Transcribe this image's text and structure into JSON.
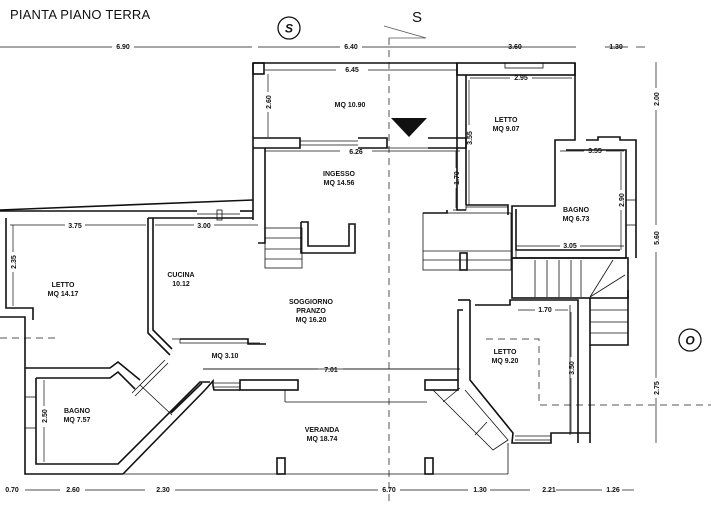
{
  "title": "PIANTA PIANO TERRA",
  "markers": {
    "section_circle": "S",
    "section_line": "S",
    "orientation_circle": "O"
  },
  "dimensions": {
    "top": [
      "6.90",
      "6.40",
      "3.60",
      "1.30"
    ],
    "bottom": [
      "0.70",
      "2.60",
      "2.30",
      "6.70",
      "1.30",
      "2.21",
      "1.26"
    ],
    "right": [
      "2.00",
      "5.60",
      "2.75"
    ],
    "interior": {
      "portico_width": "6.45",
      "portico_depth": "2.60",
      "ingresso_width": "6.26",
      "ingresso_depth": "1.70",
      "letto_ne_width": "2.95",
      "letto_ne_depth": "3.55",
      "bagno_e_top": "3.55",
      "bagno_e_depth": "2.90",
      "bagno_e_bottom": "3.05",
      "letto_w_width": "3.75",
      "letto_w_depth": "2.35",
      "cucina_width": "3.00",
      "soggiorno_width": "7.01",
      "letto_se_width": "1.70",
      "letto_se_depth": "3.50",
      "bagno_w_depth": "2.50"
    }
  },
  "rooms": {
    "portico": {
      "area": "MQ 10.90"
    },
    "ingresso": {
      "name": "INGESSO",
      "area": "MQ 14.56"
    },
    "letto_ne": {
      "name": "LETTO",
      "area": "MQ 9.07"
    },
    "bagno_e": {
      "name": "BAGNO",
      "area": "MQ 6.73"
    },
    "letto_w": {
      "name": "LETTO",
      "area": "MQ 14.17"
    },
    "cucina": {
      "name": "CUCINA",
      "area": "10.12"
    },
    "soggiorno": {
      "name1": "SOGGIORNO",
      "name2": "PRANZO",
      "area": "MQ 16.20"
    },
    "disimpegno": {
      "area": "MQ 3.10"
    },
    "letto_se": {
      "name": "LETTO",
      "area": "MQ 9.20"
    },
    "bagno_w": {
      "name": "BAGNO",
      "area": "MQ 7.57"
    },
    "veranda": {
      "name": "VERANDA",
      "area": "MQ 18.74"
    }
  }
}
